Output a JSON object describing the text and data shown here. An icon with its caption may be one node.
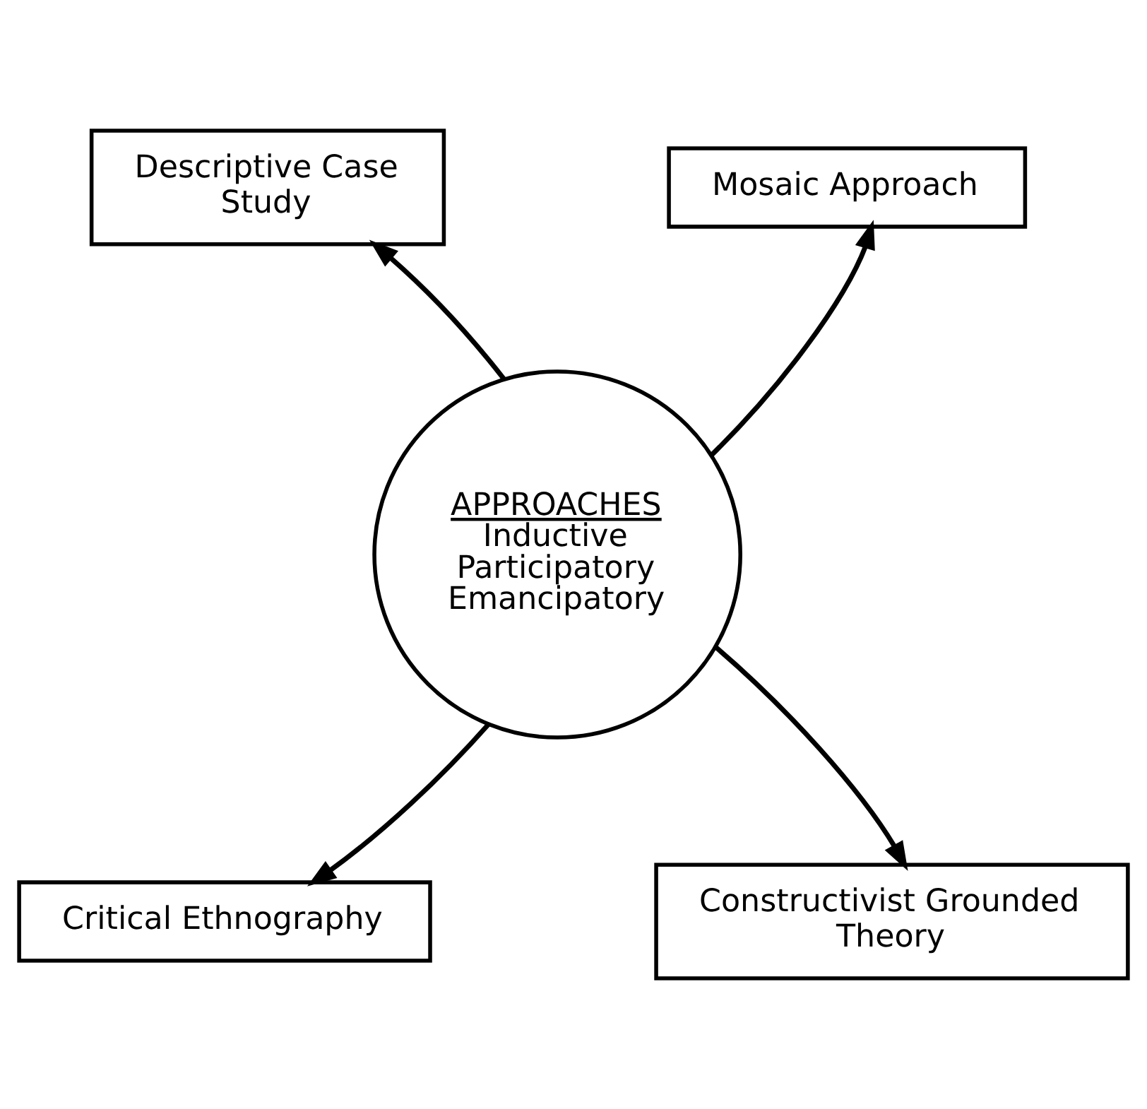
{
  "diagram": {
    "nodes": [
      {
        "text": [
          "APPROACHES",
          "Inductive Participatory Emancipatory"
        ]
      },
      {
        "text": [
          "Descriptive Case Study"
        ]
      },
      {
        "text": [
          "Mosaic Approach"
        ]
      },
      {
        "text": [
          "Critical Ethnography"
        ]
      },
      {
        "text": [
          "Constructivist Grounded Theory"
        ]
      }
    ],
    "edges": [
      {
        "from": 0,
        "to": 1,
        "arrow": "to"
      },
      {
        "from": 0,
        "to": 2,
        "arrow": "to"
      },
      {
        "from": 0,
        "to": 3,
        "arrow": "to"
      },
      {
        "from": 0,
        "to": 4,
        "arrow": "to"
      }
    ]
  }
}
